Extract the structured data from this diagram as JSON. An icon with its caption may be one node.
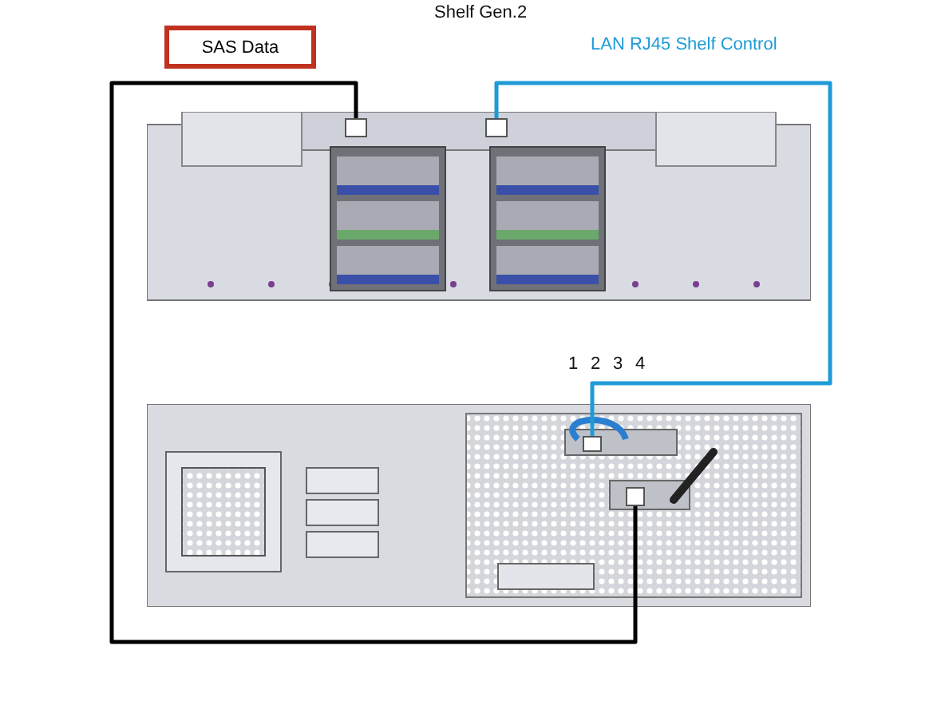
{
  "diagram": {
    "title": "Shelf Gen.2",
    "nodes": [
      {
        "text": [
          "SAS Data"
        ]
      },
      {
        "text": [],
        "shape": "picture"
      },
      {
        "text": [],
        "shape": "box",
        "in": 1
      },
      {
        "text": [],
        "shape": "box",
        "in": 1
      },
      {
        "text": [],
        "shape": "picture"
      },
      {
        "text": [],
        "shape": "box",
        "in": 4
      },
      {
        "text": [],
        "shape": "box",
        "in": 4
      }
    ],
    "edges": [
      {
        "from": 2,
        "to": 6,
        "arrow": "none",
        "color": "#000000"
      },
      {
        "from": 3,
        "to": 5,
        "arrow": "none",
        "color": "#1e9bd7"
      }
    ],
    "labels": [
      "LAN RJ45 Shelf Control",
      "1",
      "2",
      "3",
      "4"
    ]
  }
}
